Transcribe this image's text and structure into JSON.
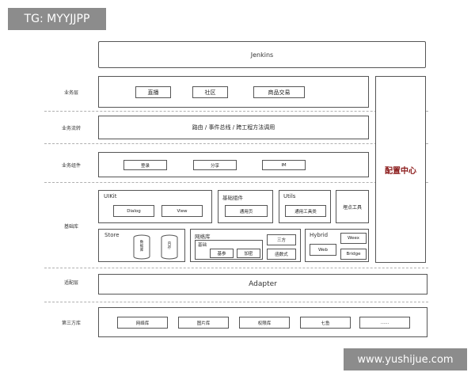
{
  "watermark_tl": "TG: MYYJJPP",
  "watermark_br": "www.yushijue.com",
  "jenkins": "Jenkins",
  "config_center": "配置中心",
  "layers": {
    "business": "业务层",
    "flow": "业务流转",
    "component": "业务组件",
    "base": "基础库",
    "adapter": "适配层",
    "third": "第三方库"
  },
  "business_items": [
    "直播",
    "社区",
    "商品交易"
  ],
  "flow_text": "路由 / 事件总线 / 跨工程方法调用",
  "component_items": [
    "登录",
    "分享",
    "IM"
  ],
  "uikit": {
    "title": "UIKit",
    "items": [
      "Dialog",
      "View"
    ]
  },
  "base_components": {
    "title": "基础组件",
    "items": [
      "通用页"
    ]
  },
  "utils": {
    "title": "Utils",
    "items": [
      "通用工具类"
    ]
  },
  "tracking": "埋点工具",
  "store": {
    "title": "Store",
    "items": [
      "数据库",
      "内存"
    ]
  },
  "network": {
    "title": "网络库",
    "base_title": "基础",
    "base_items": [
      "基参",
      "加密"
    ],
    "extra_items": [
      "三方",
      "函数式"
    ]
  },
  "hybrid": {
    "title": "Hybrid",
    "items": [
      "Web",
      "Weex",
      "Bridge"
    ]
  },
  "adapter": "Adapter",
  "third_items": [
    "网络库",
    "图片库",
    "权限库",
    "七鱼",
    "......"
  ]
}
